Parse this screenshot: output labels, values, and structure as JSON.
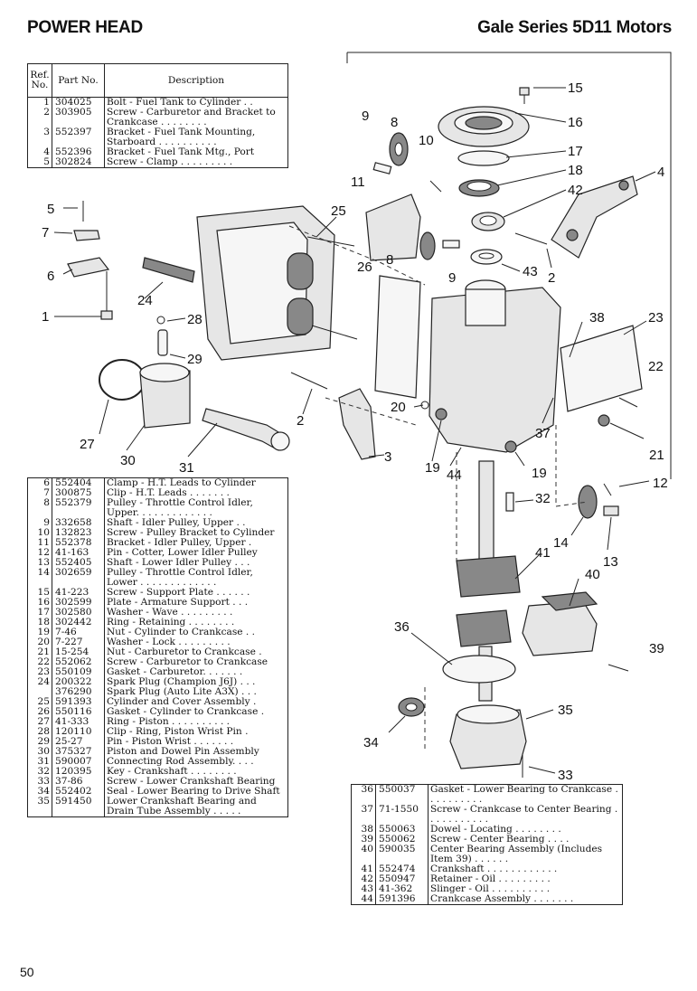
{
  "header": {
    "left_title": "POWER HEAD",
    "right_title": "Gale Series 5D11 Motors"
  },
  "page_number": "50",
  "table_headers": {
    "ref": "Ref. No.",
    "part": "Part No.",
    "description": "Description"
  },
  "parts_group_1": [
    {
      "ref": "1",
      "part": "304025",
      "desc": "Bolt - Fuel Tank to Cylinder . ."
    },
    {
      "ref": "2",
      "part": "303905",
      "desc": "Screw - Carburetor and Bracket to Crankcase . . . . . . . ."
    },
    {
      "ref": "3",
      "part": "552397",
      "desc": "Bracket - Fuel Tank Mounting, Starboard . . . . . . . . . ."
    },
    {
      "ref": "4",
      "part": "552396",
      "desc": "Bracket - Fuel Tank Mtg., Port"
    },
    {
      "ref": "5",
      "part": "302824",
      "desc": "Screw - Clamp . . . . . . . . ."
    }
  ],
  "parts_group_2": [
    {
      "ref": "6",
      "part": "552404",
      "desc": "Clamp - H.T. Leads to Cylinder"
    },
    {
      "ref": "7",
      "part": "300875",
      "desc": "Clip - H.T. Leads . . . . . . ."
    },
    {
      "ref": "8",
      "part": "552379",
      "desc": "Pulley - Throttle Control Idler, Upper. . . . . . . . . . . . ."
    },
    {
      "ref": "9",
      "part": "332658",
      "desc": "Shaft - Idler Pulley, Upper . ."
    },
    {
      "ref": "10",
      "part": "132823",
      "desc": "Screw - Pulley Bracket to Cylinder"
    },
    {
      "ref": "11",
      "part": "552378",
      "desc": "Bracket - Idler Pulley, Upper ."
    },
    {
      "ref": "12",
      "part": "41-163",
      "desc": "Pin - Cotter, Lower Idler Pulley"
    },
    {
      "ref": "13",
      "part": "552405",
      "desc": "Shaft - Lower Idler Pulley . . ."
    },
    {
      "ref": "14",
      "part": "302659",
      "desc": "Pulley - Throttle Control Idler, Lower . . . . . . . . . . . . ."
    },
    {
      "ref": "15",
      "part": "41-223",
      "desc": "Screw - Support Plate . . . . . ."
    },
    {
      "ref": "16",
      "part": "302599",
      "desc": "Plate - Armature Support . . ."
    },
    {
      "ref": "17",
      "part": "302580",
      "desc": "Washer - Wave . . . . . . . . ."
    },
    {
      "ref": "18",
      "part": "302442",
      "desc": "Ring - Retaining . . . . . . . ."
    },
    {
      "ref": "19",
      "part": "7-46",
      "desc": "Nut - Cylinder to Crankcase . ."
    },
    {
      "ref": "20",
      "part": "7-227",
      "desc": "Washer - Lock . . . . . . . . ."
    },
    {
      "ref": "21",
      "part": "15-254",
      "desc": "Nut - Carburetor to Crankcase ."
    },
    {
      "ref": "22",
      "part": "552062",
      "desc": "Screw - Carburetor to Crankcase"
    },
    {
      "ref": "23",
      "part": "550109",
      "desc": "Gasket - Carburetor. . . . . . ."
    },
    {
      "ref": "24",
      "part": "200322",
      "desc": "Spark Plug (Champion J6J) . . ."
    },
    {
      "ref": "",
      "part": "376290",
      "desc": "Spark Plug (Auto Lite A3X) . . ."
    },
    {
      "ref": "25",
      "part": "591393",
      "desc": "Cylinder and Cover Assembly ."
    },
    {
      "ref": "26",
      "part": "550116",
      "desc": "Gasket - Cylinder to Crankcase ."
    },
    {
      "ref": "27",
      "part": "41-333",
      "desc": "Ring - Piston . . . . . . . . . ."
    },
    {
      "ref": "28",
      "part": "120110",
      "desc": "Clip - Ring, Piston Wrist Pin ."
    },
    {
      "ref": "29",
      "part": "25-27",
      "desc": "Pin - Piston Wrist . . . . . . ."
    },
    {
      "ref": "30",
      "part": "375327",
      "desc": "Piston and Dowel Pin Assembly"
    },
    {
      "ref": "31",
      "part": "590007",
      "desc": "Connecting Rod Assembly. . . ."
    },
    {
      "ref": "32",
      "part": "120395",
      "desc": "Key - Crankshaft . . . . . . . ."
    },
    {
      "ref": "33",
      "part": "37-86",
      "desc": "Screw - Lower Crankshaft Bearing"
    },
    {
      "ref": "34",
      "part": "552402",
      "desc": "Seal - Lower Bearing to Drive Shaft"
    },
    {
      "ref": "35",
      "part": "591450",
      "desc": "Lower Crankshaft Bearing and Drain Tube Assembly . . . . ."
    }
  ],
  "parts_group_3": [
    {
      "ref": "36",
      "part": "550037",
      "desc": "Gasket - Lower Bearing to Crankcase . . . . . . . . . ."
    },
    {
      "ref": "37",
      "part": "71-1550",
      "desc": "Screw - Crankcase to Center Bearing . . . . . . . . . . ."
    },
    {
      "ref": "38",
      "part": "550063",
      "desc": "Dowel - Locating . . . . . . . ."
    },
    {
      "ref": "39",
      "part": "550062",
      "desc": "Screw - Center Bearing . . . ."
    },
    {
      "ref": "40",
      "part": "590035",
      "desc": "Center Bearing Assembly (Includes Item 39) . . . . . ."
    },
    {
      "ref": "41",
      "part": "552474",
      "desc": "Crankshaft . . . . . . . . . . . ."
    },
    {
      "ref": "42",
      "part": "550947",
      "desc": "Retainer - Oil . . . . . . . . ."
    },
    {
      "ref": "43",
      "part": "41-362",
      "desc": "Slinger - Oil . . . . . . . . . ."
    },
    {
      "ref": "44",
      "part": "591396",
      "desc": "Crankcase Assembly . . . . . . ."
    }
  ],
  "callouts": [
    "1",
    "2",
    "3",
    "4",
    "5",
    "6",
    "7",
    "8",
    "9",
    "10",
    "11",
    "12",
    "13",
    "14",
    "15",
    "16",
    "17",
    "18",
    "19",
    "20",
    "21",
    "22",
    "23",
    "24",
    "25",
    "26",
    "27",
    "28",
    "29",
    "30",
    "31",
    "32",
    "33",
    "34",
    "35",
    "36",
    "37",
    "38",
    "39",
    "40",
    "41",
    "42",
    "43",
    "44"
  ]
}
